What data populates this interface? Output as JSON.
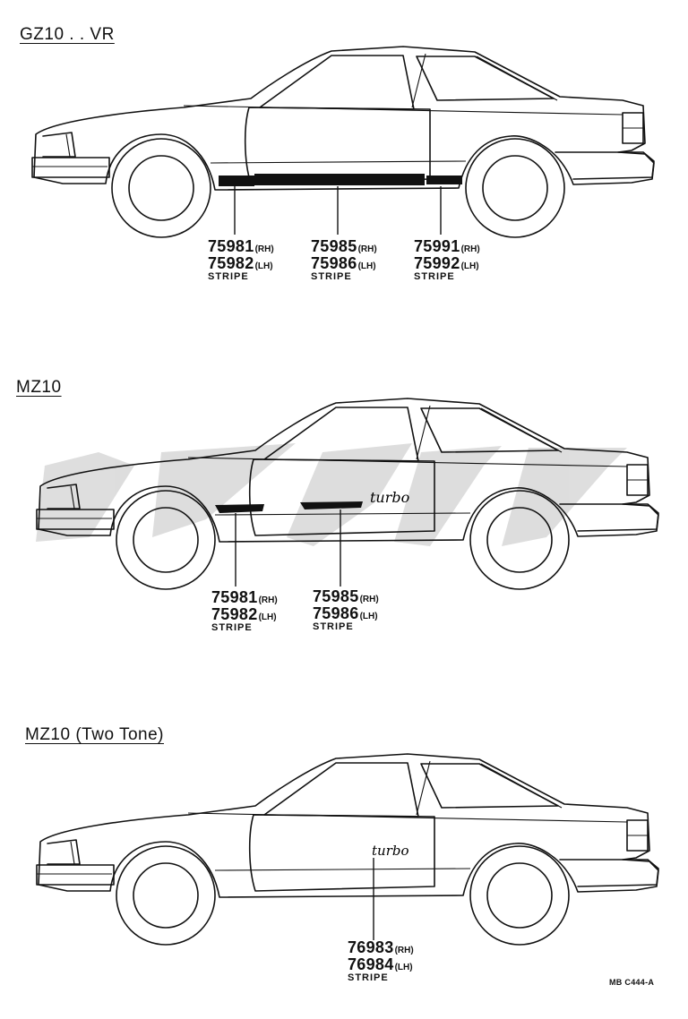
{
  "sections": [
    {
      "variant": "GZ10 . . VR",
      "callouts": [
        {
          "rh": "75981",
          "rh_side": "(RH)",
          "lh": "75982",
          "lh_side": "(LH)",
          "desc": "STRIPE"
        },
        {
          "rh": "75985",
          "rh_side": "(RH)",
          "lh": "75986",
          "lh_side": "(LH)",
          "desc": "STRIPE"
        },
        {
          "rh": "75991",
          "rh_side": "(RH)",
          "lh": "75992",
          "lh_side": "(LH)",
          "desc": "STRIPE"
        }
      ]
    },
    {
      "variant": "MZ10",
      "badge": "turbo",
      "callouts": [
        {
          "rh": "75981",
          "rh_side": "(RH)",
          "lh": "75982",
          "lh_side": "(LH)",
          "desc": "STRIPE"
        },
        {
          "rh": "75985",
          "rh_side": "(RH)",
          "lh": "75986",
          "lh_side": "(LH)",
          "desc": "STRIPE"
        }
      ]
    },
    {
      "variant": "MZ10 (Two Tone)",
      "badge": "turbo",
      "callouts": [
        {
          "rh": "76983",
          "rh_side": "(RH)",
          "lh": "76984",
          "lh_side": "(LH)",
          "desc": "STRIPE"
        }
      ]
    }
  ],
  "reference_code": "MB C444-A",
  "watermark": {
    "color": "#c8c8c8"
  },
  "colors": {
    "ink": "#111111",
    "paper": "#ffffff"
  }
}
